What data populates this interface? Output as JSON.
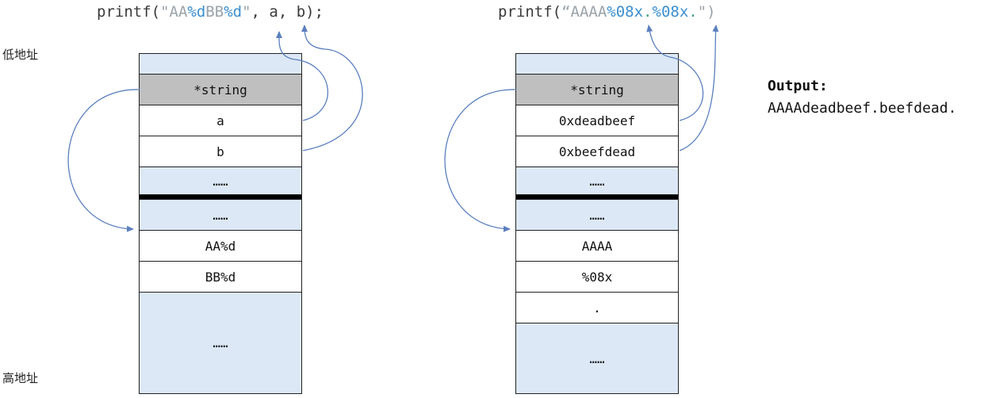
{
  "left": {
    "code": {
      "fn": "printf(",
      "q1": "\"AA",
      "f1": "%d",
      "mid": "BB",
      "f2": "%d",
      "q2": "\"",
      "args": ", a, b);"
    },
    "cells": [
      "",
      "*string",
      "a",
      "b",
      "……",
      "",
      "……",
      "AA%d",
      "BB%d",
      "……"
    ]
  },
  "right": {
    "code": {
      "fn": "printf(",
      "q1": "“AAAA",
      "f1": "%08x",
      "dot1": ".",
      "f2": "%08x",
      "dot2": ".",
      "q2": "\")"
    },
    "cells": [
      "",
      "*string",
      "0xdeadbeef",
      "0xbeefdead",
      "……",
      "",
      "……",
      "AAAA",
      "%08x",
      ".",
      "……"
    ]
  },
  "labels": {
    "low": "低地址",
    "high": "高地址"
  },
  "output": {
    "title": "Output:",
    "text": "AAAAdeadbeef.beefdead."
  },
  "colors": {
    "arrow": "#5b7fbf",
    "cell_blue": "#dce8f6",
    "cell_gray": "#bfbfbf"
  }
}
